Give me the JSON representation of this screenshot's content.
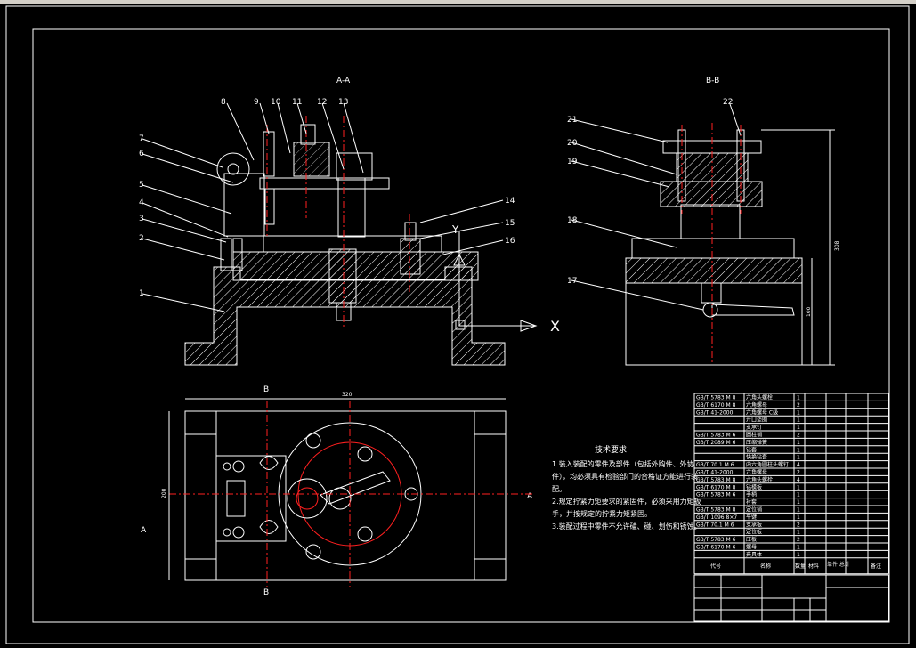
{
  "drawing": {
    "section_aa": "A-A",
    "section_bb": "B-B",
    "view_b_top": "B",
    "view_b_bottom": "B",
    "view_a_left": "A",
    "view_a_right": "A",
    "axis_x": "X",
    "axis_y": "Y",
    "dim_width": "320",
    "dim_height": "200",
    "dim_tall": "308",
    "dim_base": "100",
    "balloons_aa": [
      "1",
      "2",
      "3",
      "4",
      "5",
      "6",
      "7",
      "8",
      "9",
      "10",
      "11",
      "12",
      "13",
      "14",
      "15",
      "16"
    ],
    "balloons_bb": [
      "17",
      "18",
      "19",
      "20",
      "21",
      "22"
    ]
  },
  "tech_req": {
    "title": "技术要求",
    "lines": [
      "1.装入装配的零件及部件（包括外购件、外协",
      "件），均必须具有检验部门的合格证方能进行装",
      "配。",
      "2.规定拧紧力矩要求的紧固件，必须采用力矩扳",
      "手，并按规定的拧紧力矩紧固。",
      "3.装配过程中零件不允许磕、碰、划伤和锈蚀。"
    ]
  },
  "bom": {
    "header": {
      "code": "代号",
      "name": "名称",
      "qty": "数量",
      "material": "材料",
      "weight": "单件 总计",
      "note": "备注"
    },
    "rows": [
      {
        "code": "GB/T 5783 M 8",
        "name": "六角头螺栓",
        "qty": "1",
        "material": "",
        "note": ""
      },
      {
        "code": "GB/T 6170 M 8",
        "name": "六角螺母",
        "qty": "2",
        "material": "",
        "note": ""
      },
      {
        "code": "GB/T 41-2000",
        "name": "六角螺母 C级",
        "qty": "1",
        "material": "",
        "note": ""
      },
      {
        "code": "",
        "name": "开口垫圈",
        "qty": "1",
        "material": "",
        "note": ""
      },
      {
        "code": "",
        "name": "支承钉",
        "qty": "1",
        "material": "",
        "note": ""
      },
      {
        "code": "GB/T 5783 M 6",
        "name": "圆柱销",
        "qty": "2",
        "material": "",
        "note": ""
      },
      {
        "code": "GB/T 2089 M 6",
        "name": "压缩弹簧",
        "qty": "1",
        "material": "",
        "note": ""
      },
      {
        "code": "",
        "name": "钻套",
        "qty": "1",
        "material": "",
        "note": ""
      },
      {
        "code": "",
        "name": "快换钻套",
        "qty": "1",
        "material": "",
        "note": ""
      },
      {
        "code": "GB/T 70.1 M 6",
        "name": "内六角圆柱头螺钉",
        "qty": "4",
        "material": "",
        "note": ""
      },
      {
        "code": "GB/T 41-2000",
        "name": "六角螺母",
        "qty": "2",
        "material": "",
        "note": ""
      },
      {
        "code": "GB/T 5783 M 8",
        "name": "六角头螺栓",
        "qty": "4",
        "material": "",
        "note": ""
      },
      {
        "code": "GB/T 6170 M 8",
        "name": "钻模板",
        "qty": "1",
        "material": "",
        "note": ""
      },
      {
        "code": "GB/T 5783 M 6",
        "name": "手柄",
        "qty": "1",
        "material": "",
        "note": ""
      },
      {
        "code": "",
        "name": "衬套",
        "qty": "1",
        "material": "",
        "note": ""
      },
      {
        "code": "GB/T 5783 M 8",
        "name": "定位销",
        "qty": "1",
        "material": "",
        "note": ""
      },
      {
        "code": "GB/T 1096 8×7",
        "name": "平键",
        "qty": "1",
        "material": "",
        "note": ""
      },
      {
        "code": "GB/T 70.1 M 6",
        "name": "支承板",
        "qty": "2",
        "material": "",
        "note": ""
      },
      {
        "code": "",
        "name": "定位板",
        "qty": "1",
        "material": "",
        "note": ""
      },
      {
        "code": "GB/T 5783 M 6",
        "name": "压板",
        "qty": "2",
        "material": "",
        "note": ""
      },
      {
        "code": "GB/T 6170 M 6",
        "name": "螺母",
        "qty": "1",
        "material": "",
        "note": ""
      },
      {
        "code": "",
        "name": "夹具体",
        "qty": "1",
        "material": "",
        "note": ""
      }
    ]
  }
}
